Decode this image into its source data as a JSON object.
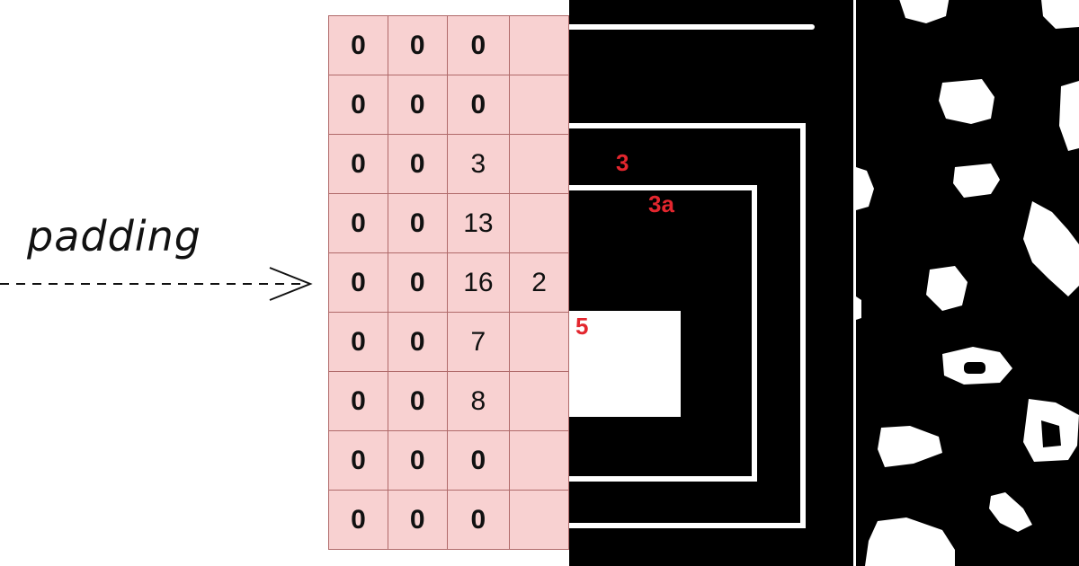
{
  "figure": {
    "annotation": "padding",
    "grid": {
      "rows": [
        [
          "0",
          "0",
          "0",
          ""
        ],
        [
          "0",
          "0",
          "0",
          ""
        ],
        [
          "0",
          "0",
          "3",
          ""
        ],
        [
          "0",
          "0",
          "13",
          ""
        ],
        [
          "0",
          "0",
          "16",
          "2"
        ],
        [
          "0",
          "0",
          "7",
          ""
        ],
        [
          "0",
          "0",
          "8",
          ""
        ],
        [
          "0",
          "0",
          "0",
          ""
        ],
        [
          "0",
          "0",
          "0",
          ""
        ]
      ],
      "cell_color": "#f8d1d1",
      "border_color": "#b06a6a"
    },
    "contour_labels": {
      "outer": "3",
      "inner": "3a",
      "hole": "5"
    },
    "label_color": "#e3262e"
  }
}
